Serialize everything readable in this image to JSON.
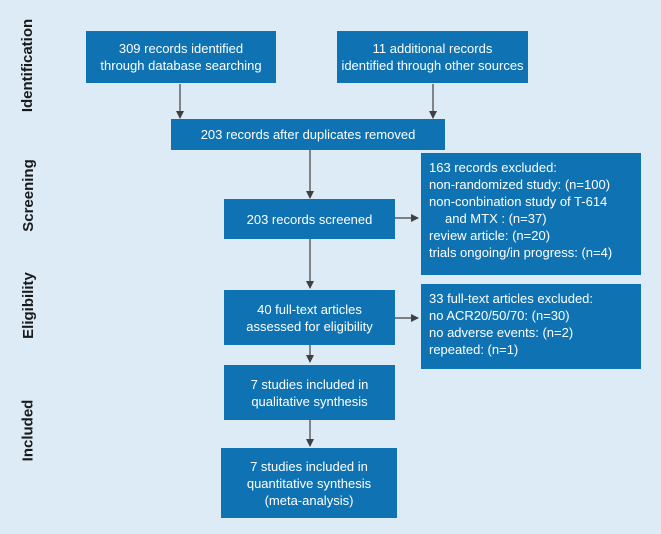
{
  "phases": {
    "identification": "Identification",
    "screening": "Screening",
    "eligibility": "Eligibility",
    "included": "Included"
  },
  "boxes": {
    "db_search": [
      "309 records identified",
      "through database searching"
    ],
    "other_sources": [
      "11 additional records",
      "identified through other sources"
    ],
    "duplicates_removed": [
      "203  records after duplicates removed"
    ],
    "screened": [
      "203 records screened"
    ],
    "excluded_screening": [
      "163 records excluded:",
      "non-randomized study: (n=100)",
      "non-conbination study  of T-614",
      "and MTX : (n=37)",
      "review article: (n=20)",
      "trials ongoing/in progress: (n=4)"
    ],
    "fulltext_assessed": [
      "40 full-text articles",
      "assessed for eligibility"
    ],
    "fulltext_excluded": [
      "33 full-text articles excluded:",
      "no ACR20/50/70: (n=30)",
      "no adverse events: (n=2)",
      "repeated: (n=1)"
    ],
    "qualitative": [
      "7 studies included in",
      "qualitative synthesis"
    ],
    "quantitative": [
      "7 studies included in",
      "quantitative synthesis",
      "(meta-analysis)"
    ]
  },
  "colors": {
    "background": "#dcebf6",
    "box_fill": "#0f73b3",
    "box_text": "#ffffff",
    "connector": "#404040"
  }
}
